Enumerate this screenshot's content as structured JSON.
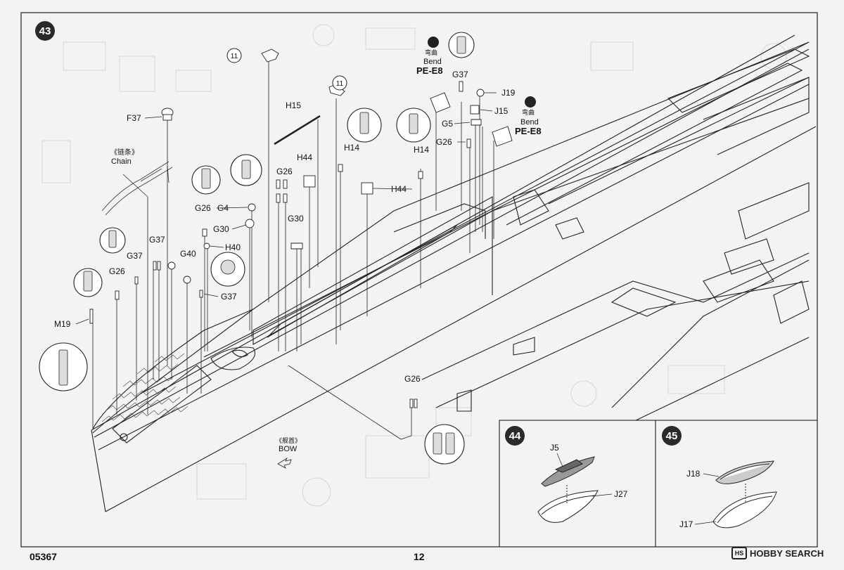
{
  "step43": {
    "number": "43",
    "labels": {
      "p11a": "11",
      "p11b": "11",
      "f37": "F37",
      "chain_cn": "《链条》",
      "chain_en": "Chain",
      "h15": "H15",
      "h44a": "H44",
      "h44b": "H44",
      "h14a": "H14",
      "h14b": "H14",
      "g26a": "G26",
      "g26b": "G26",
      "g26c": "G26",
      "g26d": "G26",
      "g26e": "G26",
      "g4": "G4",
      "g30a": "G30",
      "g30b": "G30",
      "h40": "H40",
      "g40": "G40",
      "g37a": "G37",
      "g37b": "G37",
      "g37c": "G37",
      "g37d": "G37",
      "m19": "M19",
      "bend_cn_a": "弯曲",
      "bend_en_a": "Bend",
      "pe_e8_a": "PE-E8",
      "bend_cn_b": "弯曲",
      "bend_en_b": "Bend",
      "pe_e8_b": "PE-E8",
      "j19": "J19",
      "j15": "J15",
      "g5": "G5",
      "bow_cn": "《舰首》",
      "bow_en": "BOW"
    }
  },
  "step44": {
    "number": "44",
    "labels": {
      "j5": "J5",
      "j27": "J27"
    }
  },
  "step45": {
    "number": "45",
    "labels": {
      "j18": "J18",
      "j17": "J17"
    }
  },
  "footer": {
    "code": "05367",
    "page": "12",
    "brand": "HOBBY SEARCH",
    "brand_logo": "HS"
  },
  "colors": {
    "paper": "#f3f3f1",
    "ink": "#222222",
    "faint": "#d6d6d4"
  }
}
